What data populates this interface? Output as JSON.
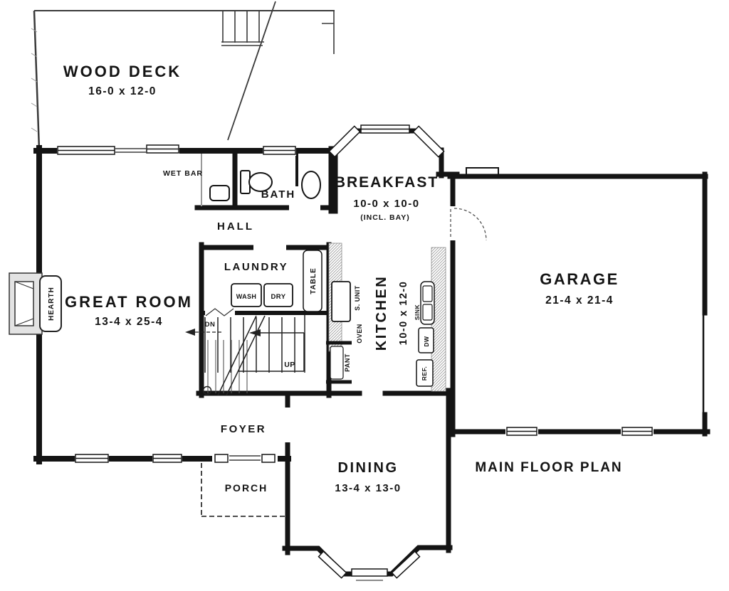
{
  "title": "MAIN FLOOR PLAN",
  "rooms": {
    "wood_deck": {
      "name": "WOOD DECK",
      "dims": "16-0 x 12-0"
    },
    "great_room": {
      "name": "GREAT ROOM",
      "dims": "13-4 x 25-4"
    },
    "breakfast": {
      "name": "BREAKFAST",
      "dims": "10-0 x 10-0",
      "note": "(INCL. BAY)"
    },
    "kitchen": {
      "name": "KITCHEN",
      "dims": "10-0 x 12-0"
    },
    "dining": {
      "name": "DINING",
      "dims": "13-4 x 13-0"
    },
    "garage": {
      "name": "GARAGE",
      "dims": "21-4 x 21-4"
    },
    "laundry": {
      "name": "LAUNDRY"
    },
    "bath": {
      "name": "BATH"
    },
    "hall": {
      "name": "HALL"
    },
    "foyer": {
      "name": "FOYER"
    },
    "porch": {
      "name": "PORCH"
    },
    "wet_bar": {
      "name": "WET BAR"
    }
  },
  "labels": {
    "hearth": "HEARTH",
    "wash": "WASH",
    "dry": "DRY",
    "table": "TABLE",
    "oven": "OVEN",
    "surface_unit": "S. UNIT",
    "pantry": "PANT",
    "sink": "SINK",
    "dishwasher": "DW",
    "refrigerator": "REF.",
    "stairs_up": "UP",
    "stairs_down": "DN"
  },
  "colors": {
    "wall": "#141414",
    "line": "#3a3a3a",
    "background": "#ffffff"
  }
}
